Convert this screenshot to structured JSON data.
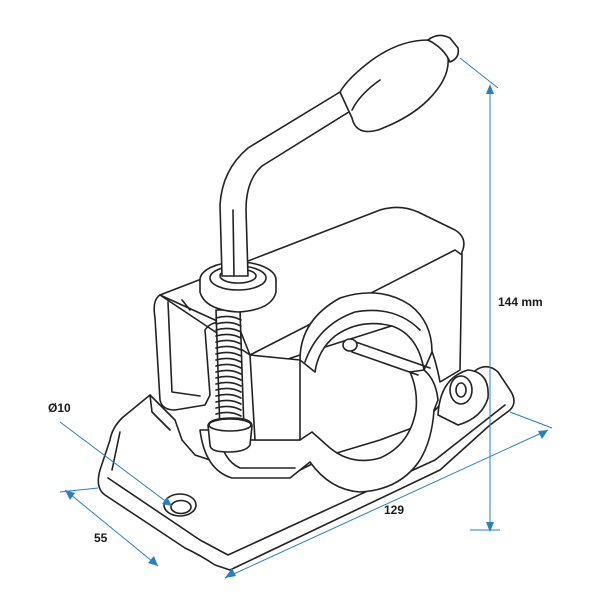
{
  "dimensions": {
    "height_label": "144 mm",
    "length_label": "129",
    "width_label": "55",
    "hole_label": "Ø10"
  },
  "colors": {
    "dimension_line": "#2a7fc0",
    "outline": "#222222",
    "background": "#ffffff"
  }
}
